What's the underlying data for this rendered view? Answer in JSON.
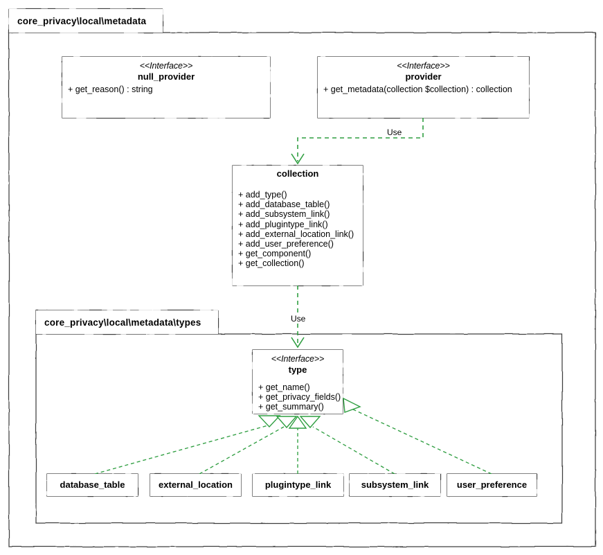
{
  "diagram": {
    "type": "uml-class-diagram",
    "style": "sketchy-handdrawn",
    "colors": {
      "background": "#ffffff",
      "stroke": "#3c3c3c",
      "text": "#000000",
      "relation_green": "#2f9e41"
    }
  },
  "packages": [
    {
      "id": "pkg-outer",
      "label": "core_privacy\\local\\metadata"
    },
    {
      "id": "pkg-types",
      "label": "core_privacy\\local\\metadata\\types"
    }
  ],
  "classes": [
    {
      "id": "null_provider",
      "stereotype": "<<Interface>>",
      "name": "null_provider",
      "operations": [
        "+ get_reason() : string"
      ]
    },
    {
      "id": "provider",
      "stereotype": "<<Interface>>",
      "name": "provider",
      "operations": [
        "+ get_metadata(collection $collection) : collection"
      ]
    },
    {
      "id": "collection",
      "stereotype": "",
      "name": "collection",
      "operations": [
        "+ add_type()",
        "+ add_database_table()",
        "+ add_subsystem_link()",
        "+ add_plugintype_link()",
        "+ add_external_location_link()",
        "+ add_user_preference()",
        "+ get_component()",
        "+ get_collection()"
      ]
    },
    {
      "id": "type",
      "stereotype": "<<Interface>>",
      "name": "type",
      "operations": [
        "+ get_name()",
        "+ get_privacy_fields()",
        "+ get_summary()"
      ]
    },
    {
      "id": "database_table",
      "stereotype": "",
      "name": "database_table",
      "operations": []
    },
    {
      "id": "external_location",
      "stereotype": "",
      "name": "external_location",
      "operations": []
    },
    {
      "id": "plugintype_link",
      "stereotype": "",
      "name": "plugintype_link",
      "operations": []
    },
    {
      "id": "subsystem_link",
      "stereotype": "",
      "name": "subsystem_link",
      "operations": []
    },
    {
      "id": "user_preference",
      "stereotype": "",
      "name": "user_preference",
      "operations": []
    }
  ],
  "relationships": [
    {
      "id": "rel-provider-collection",
      "from": "provider",
      "to": "collection",
      "kind": "dependency",
      "label": "Use"
    },
    {
      "id": "rel-collection-type",
      "from": "collection",
      "to": "type",
      "kind": "dependency",
      "label": "Use"
    },
    {
      "id": "rel-dbtable-type",
      "from": "database_table",
      "to": "type",
      "kind": "realization",
      "label": ""
    },
    {
      "id": "rel-extloc-type",
      "from": "external_location",
      "to": "type",
      "kind": "realization",
      "label": ""
    },
    {
      "id": "rel-plugin-type",
      "from": "plugintype_link",
      "to": "type",
      "kind": "realization",
      "label": ""
    },
    {
      "id": "rel-subsys-type",
      "from": "subsystem_link",
      "to": "type",
      "kind": "realization",
      "label": ""
    },
    {
      "id": "rel-userpref-type",
      "from": "user_preference",
      "to": "type",
      "kind": "realization",
      "label": ""
    }
  ]
}
